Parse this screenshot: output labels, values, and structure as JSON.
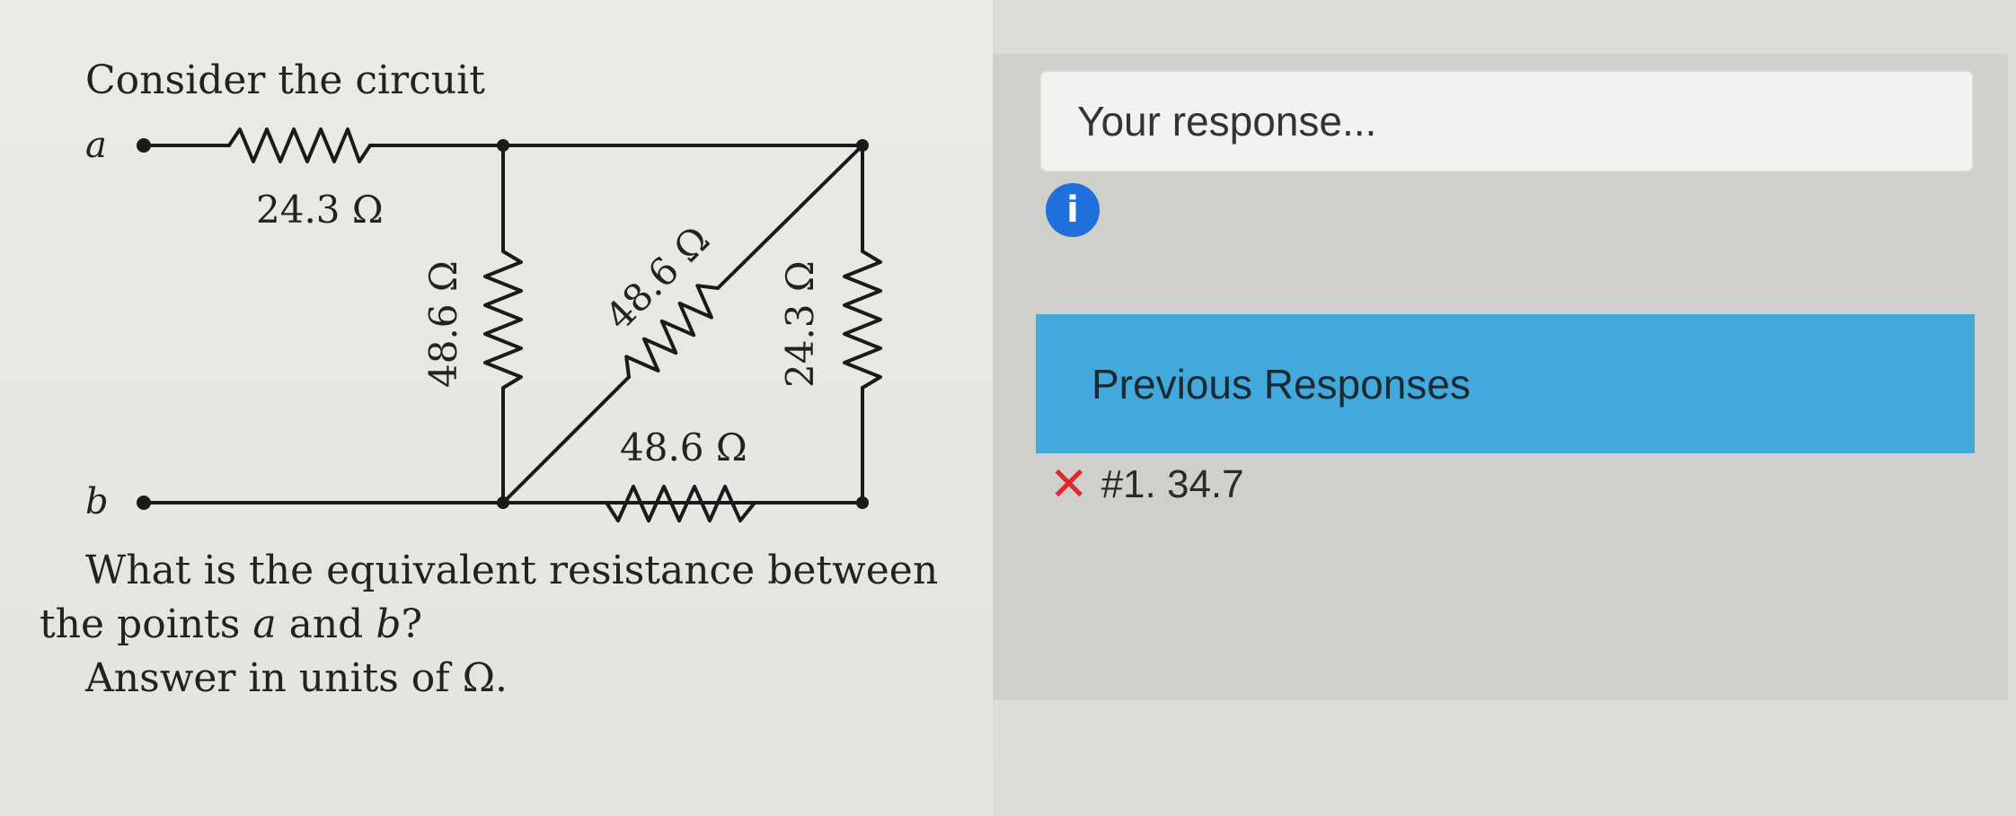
{
  "question": {
    "intro": "Consider the circuit",
    "line1": "What is the equivalent resistance between",
    "line2_pre": "the points",
    "point_a": "a",
    "line2_mid": "and",
    "point_b": "b",
    "line2_post": "?",
    "line3": "Answer in units of Ω."
  },
  "circuit": {
    "node_a": "a",
    "node_b": "b",
    "r_top": "24.3 Ω",
    "r_left_vertical": "48.6 Ω",
    "r_diagonal": "48.6 Ω",
    "r_bottom": "48.6 Ω",
    "r_right_vertical": "24.3 Ω"
  },
  "response": {
    "placeholder": "Your response..."
  },
  "info_icon": "i",
  "previous": {
    "header": "Previous Responses",
    "entries": [
      {
        "status": "incorrect",
        "mark": "✕",
        "label": "#1. 34.7"
      }
    ]
  },
  "colors": {
    "accent_blue": "#43a9dc",
    "info_blue": "#1f6fdc",
    "wrong_red": "#e0282b"
  }
}
